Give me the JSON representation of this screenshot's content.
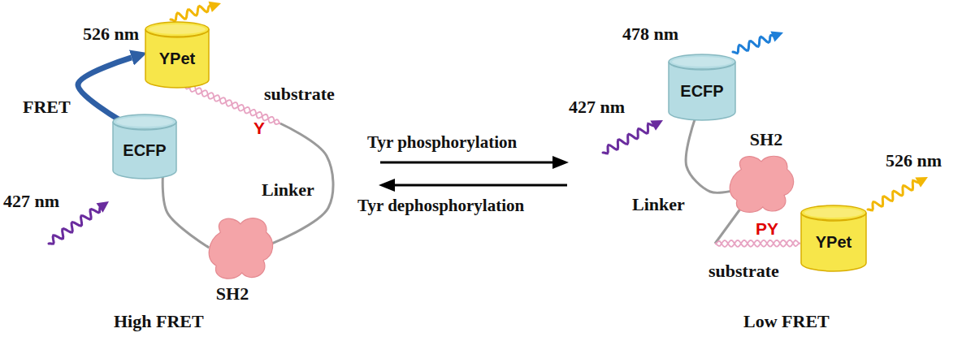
{
  "diagram": {
    "nodes": [
      {
        "text": [
          "YPet"
        ]
      },
      {
        "text": [
          "ECFP"
        ]
      },
      {
        "text": [
          "SH2"
        ]
      },
      {
        "text": [
          "ECFP"
        ]
      },
      {
        "text": [
          "SH2"
        ]
      },
      {
        "text": [
          "YPet"
        ]
      }
    ],
    "edges": [
      {
        "from": 1,
        "to": 0,
        "arrow": "to",
        "label": "FRET"
      },
      {
        "from": 1,
        "to": 2,
        "arrow": "none"
      },
      {
        "from": 2,
        "to": 0,
        "arrow": "none"
      },
      {
        "from": 3,
        "to": 4,
        "arrow": "none"
      },
      {
        "from": 4,
        "to": 5,
        "arrow": "none"
      }
    ],
    "labels": [
      "526 nm",
      "427 nm",
      "substrate",
      "Y",
      "Linker",
      "High FRET",
      "Tyr phosphorylation",
      "Tyr dephosphorylation",
      "478 nm",
      "427 nm",
      "Linker",
      "526 nm",
      "PY",
      "substrate",
      "Low FRET"
    ]
  }
}
